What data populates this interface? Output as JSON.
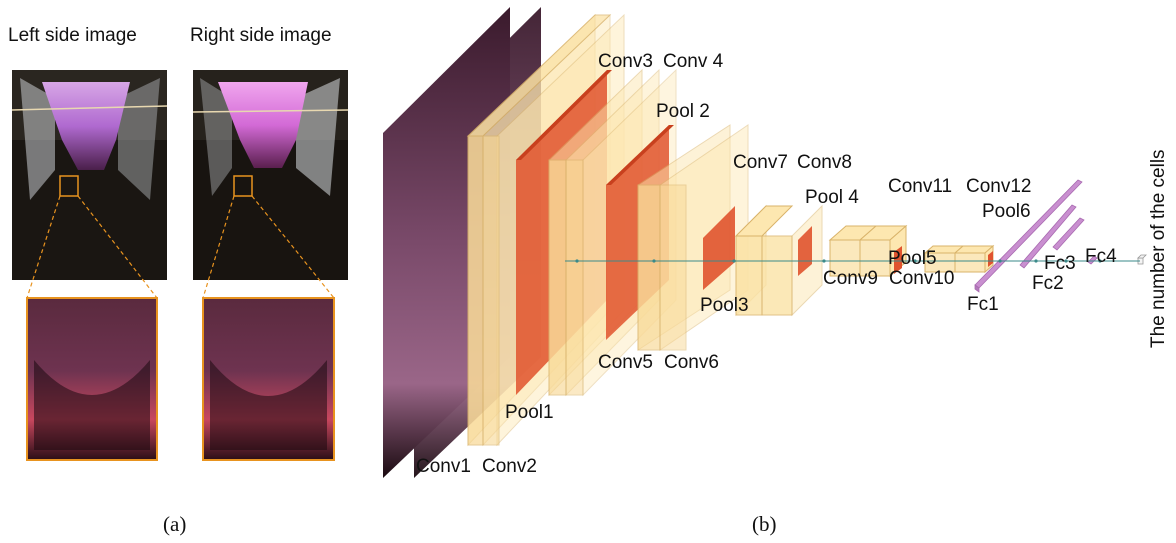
{
  "panel_a": {
    "left_title": "Left side image",
    "right_title": "Right side image",
    "caption": "(a)"
  },
  "panel_b": {
    "caption": "(b)",
    "output_label": "The number of the cells",
    "layers": {
      "conv1": "Conv1",
      "conv2": "Conv2",
      "conv3": "Conv3",
      "conv4": "Conv 4",
      "pool1": "Pool1",
      "pool2": "Pool 2",
      "conv5": "Conv5",
      "conv6": "Conv6",
      "pool3": "Pool3",
      "conv7": "Conv7",
      "conv8": "Conv8",
      "pool4": "Pool 4",
      "conv9": "Conv9",
      "conv10": "Conv10",
      "conv11": "Conv11",
      "conv12": "Conv12",
      "pool5": "Pool5",
      "pool6": "Pool6",
      "fc1": "Fc1",
      "fc2": "Fc2",
      "fc3": "Fc3",
      "fc4": "Fc4"
    }
  },
  "colors": {
    "conv_fill": "#fde7b0",
    "conv_edge": "#d9b36a",
    "pool_fill": "#e0532e",
    "fc_fill": "#c98fd0",
    "connector": "#3a8a8a",
    "zoom_box": "#e8931f"
  }
}
